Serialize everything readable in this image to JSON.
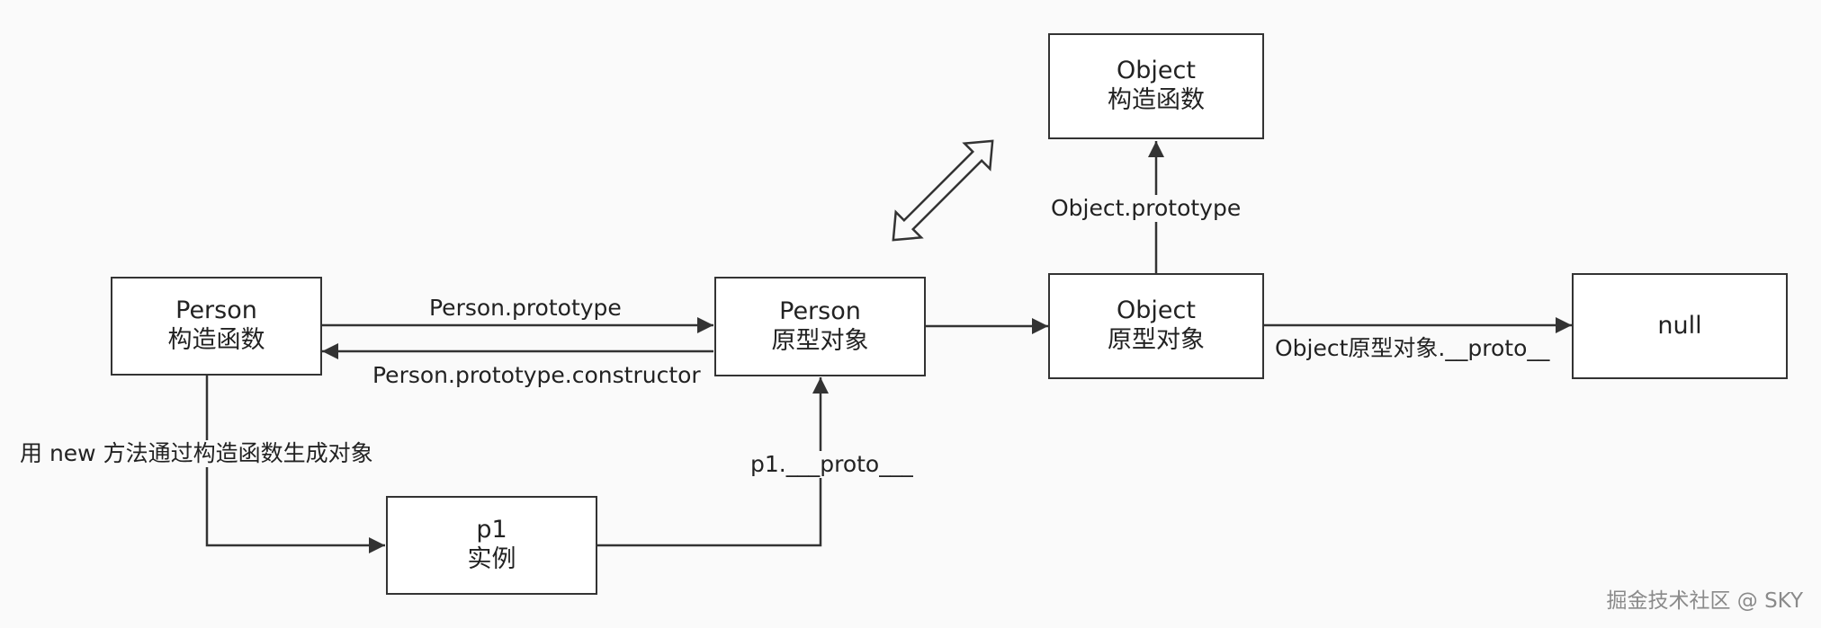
{
  "nodes": {
    "person_ctor": {
      "line1": "Person",
      "line2": "构造函数"
    },
    "person_proto": {
      "line1": "Person",
      "line2": "原型对象"
    },
    "object_ctor": {
      "line1": "Object",
      "line2": "构造函数"
    },
    "object_proto": {
      "line1": "Object",
      "line2": "原型对象"
    },
    "null_node": {
      "line1": "null"
    },
    "p1": {
      "line1": "p1",
      "line2": "实例"
    }
  },
  "edges": {
    "prototype": "Person.prototype",
    "constructor": "Person.prototype.constructor",
    "new_instance": "用 new 方法通过构造函数生成对象",
    "p1_proto": "p1.___proto___",
    "object_prototype": "Object.prototype",
    "object_proto_proto": "Object原型对象.__proto__"
  },
  "watermark": "掘金技术社区 @ SKY"
}
